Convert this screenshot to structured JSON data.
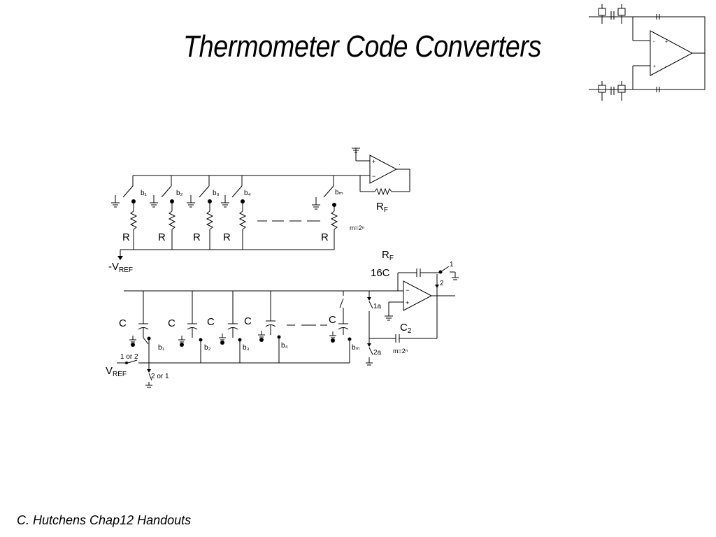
{
  "title": "Thermometer Code Converters",
  "footer": "C. Hutchens Chap12 Handouts",
  "resistive": {
    "switch_labels": [
      "b₁",
      "b₂",
      "b₃",
      "b₄",
      "bₘ"
    ],
    "resistor_labels": [
      "R",
      "R",
      "R",
      "R",
      "R"
    ],
    "vref_label": "-V",
    "vref_sub": "REF",
    "feedback_label": "R",
    "feedback_sub": "F",
    "m_note": "m=2ⁿ"
  },
  "capacitive": {
    "cap_labels": [
      "C",
      "C",
      "C",
      "C",
      "C"
    ],
    "switch_labels": [
      "b₁",
      "b₂",
      "b₃",
      "b₄",
      "bₘ"
    ],
    "vref_label": "V",
    "vref_sub": "REF",
    "rf_label": "R",
    "rf_sub": "F",
    "cap16_label": "16C",
    "c2_label": "C",
    "c2_sub": "2",
    "switch_1_label": "1",
    "switch_2_label": "2",
    "switch_1a_label": "1a",
    "switch_2a_label": "2a",
    "switch_1or2_label": "1 or 2",
    "switch_2or1_label": "2 or 1",
    "m_note": "m=2ⁿ"
  }
}
